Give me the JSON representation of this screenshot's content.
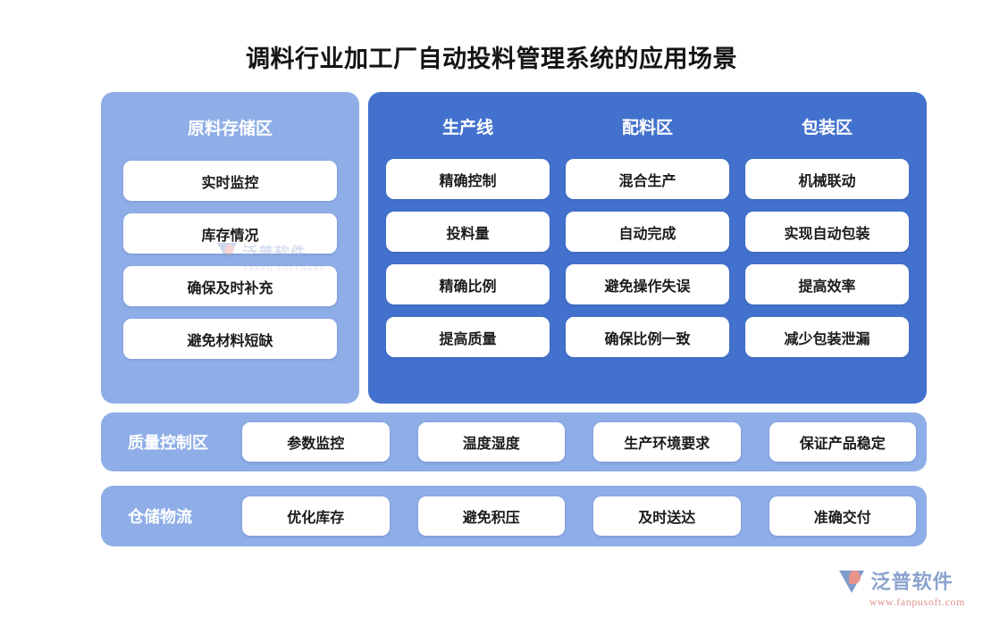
{
  "title": "调料行业加工厂自动投料管理系统的应用场景",
  "colors": {
    "panel_light": "#8FAEE8",
    "panel_dark": "#4372CE",
    "card_bg": "#FFFFFF",
    "card_text": "#1B1B1B",
    "heading_text": "#FFFFFF",
    "title_text": "#141414",
    "page_bg": "#FFFFFF",
    "brand_blue": "#8AA2CD",
    "brand_red": "#E8938C"
  },
  "storage": {
    "heading": "原料存储区",
    "cards": [
      "实时监控",
      "库存情况",
      "确保及时补充",
      "避免材料短缺"
    ]
  },
  "production": {
    "columns": [
      {
        "heading": "生产线",
        "cards": [
          "精确控制",
          "投料量",
          "精确比例",
          "提高质量"
        ]
      },
      {
        "heading": "配料区",
        "cards": [
          "混合生产",
          "自动完成",
          "避免操作失误",
          "确保比例一致"
        ]
      },
      {
        "heading": "包装区",
        "cards": [
          "机械联动",
          "实现自动包装",
          "提高效率",
          "减少包装泄漏"
        ]
      }
    ]
  },
  "quality": {
    "label": "质量控制区",
    "cards": [
      "参数监控",
      "温度湿度",
      "生产环境要求",
      "保证产品稳定"
    ]
  },
  "logistics": {
    "label": "仓储物流",
    "cards": [
      "优化库存",
      "避免积压",
      "及时送达",
      "准确交付"
    ]
  },
  "watermark": {
    "cn": "泛普软件",
    "en": "FANPU SOFTWARE"
  },
  "brand": {
    "cn": "泛普软件",
    "url": "www.fanpusoft.com"
  }
}
